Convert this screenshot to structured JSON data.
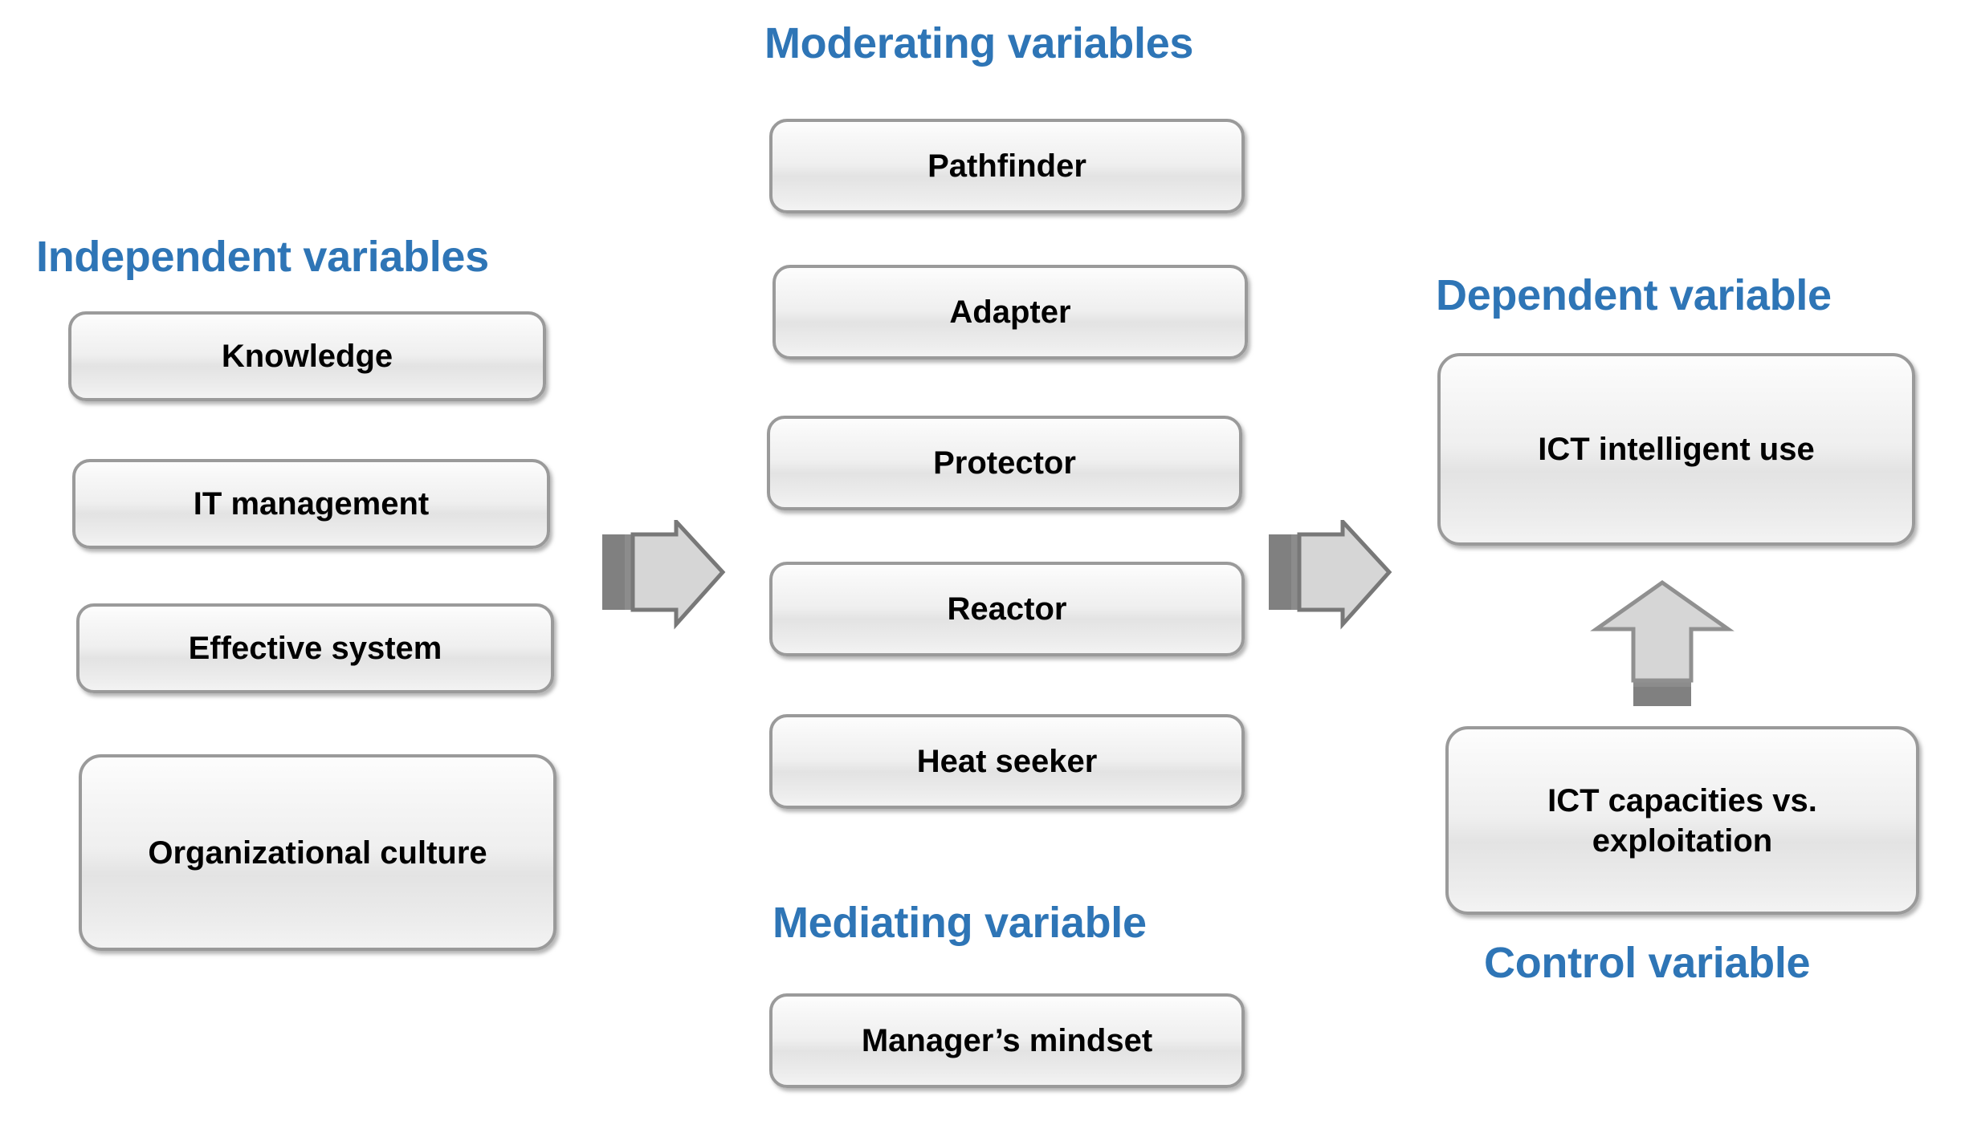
{
  "diagram": {
    "title_color": "#2E75B6",
    "box_text_color": "#000000",
    "arrow_fill": "#d5d5d5",
    "arrow_tail": "#808080"
  },
  "independent": {
    "heading": "Independent variables",
    "items": [
      {
        "label": "Knowledge"
      },
      {
        "label": "IT management"
      },
      {
        "label": "Effective system"
      },
      {
        "label": "Organizational culture"
      }
    ]
  },
  "moderating": {
    "heading": "Moderating variables",
    "items": [
      {
        "label": "Pathfinder"
      },
      {
        "label": "Adapter"
      },
      {
        "label": "Protector"
      },
      {
        "label": "Reactor"
      },
      {
        "label": "Heat seeker"
      }
    ]
  },
  "mediating": {
    "heading": "Mediating variable",
    "items": [
      {
        "label": "Manager’s mindset"
      }
    ]
  },
  "dependent": {
    "heading": "Dependent variable",
    "items": [
      {
        "label": "ICT intelligent use"
      }
    ]
  },
  "control": {
    "heading": "Control variable",
    "items": [
      {
        "label": "ICT capacities vs. exploitation"
      }
    ]
  },
  "arrows": [
    {
      "name": "arrow-independent-to-moderating",
      "direction": "right"
    },
    {
      "name": "arrow-moderating-to-dependent",
      "direction": "right"
    },
    {
      "name": "arrow-control-to-dependent",
      "direction": "up"
    }
  ]
}
